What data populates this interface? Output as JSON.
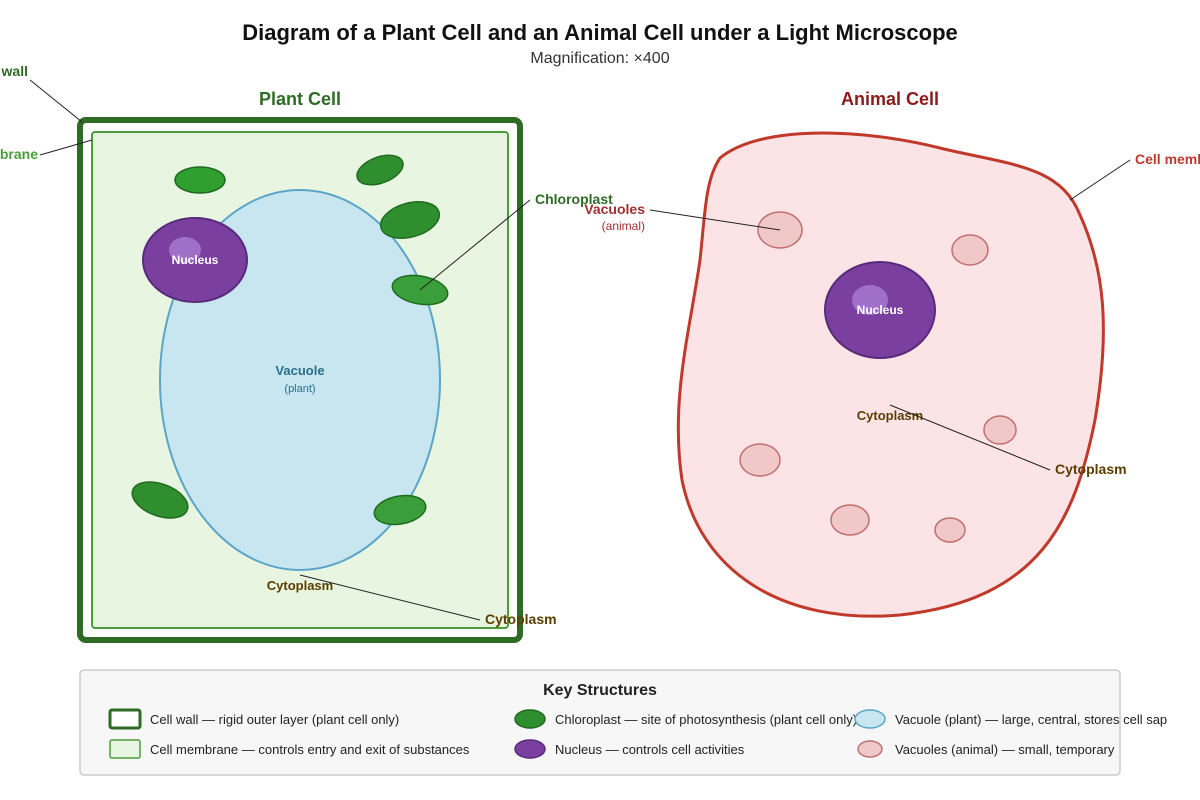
{
  "title": "Diagram of a Plant Cell and an Animal Cell under a Light Microscope",
  "subtitle": "Magnification: ×400",
  "plant": {
    "heading": "Plant Cell",
    "cell_wall_label": "wall",
    "cell_membrane_label": "brane",
    "chloroplast_label": "Chloroplast",
    "nucleus_label": "Nucleus",
    "vacuole_label": "Vacuole",
    "vacuole_sub": "(plant)",
    "cytoplasm_inner": "Cytoplasm",
    "cytoplasm_callout": "Cytoplasm"
  },
  "animal": {
    "heading": "Animal Cell",
    "cell_membrane_label": "Cell memb",
    "vacuoles_label": "Vacuoles",
    "vacuoles_sub": "(animal)",
    "nucleus_label": "Nucleus",
    "cytoplasm_inner": "Cytoplasm",
    "cytoplasm_callout": "Cytoplasm"
  },
  "key": {
    "title": "Key Structures",
    "items": [
      "Cell wall — rigid outer layer (plant cell only)",
      "Cell membrane — controls entry and exit of substances",
      "Chloroplast — site of photosynthesis (plant cell only)",
      "Nucleus — controls cell activities",
      "Vacuole (plant) — large, central, stores cell sap",
      "Vacuoles (animal) — small, temporary"
    ]
  },
  "colors": {
    "cell_wall": "#2e6b24",
    "plant_membrane": "#4a9e3a",
    "plant_cytoplasm": "#e8f5e0",
    "chloroplast": "#2f8f2f",
    "nucleus": "#7b3fa0",
    "plant_vacuole": "#c8e6f0",
    "animal_membrane": "#c0392b",
    "animal_cytoplasm": "#fce4e6",
    "animal_vacuole": "#f0c8c8",
    "plant_text": "#2e6b24",
    "animal_text": "#8b1a1a",
    "cytoplasm_text": "#5a3e00"
  }
}
